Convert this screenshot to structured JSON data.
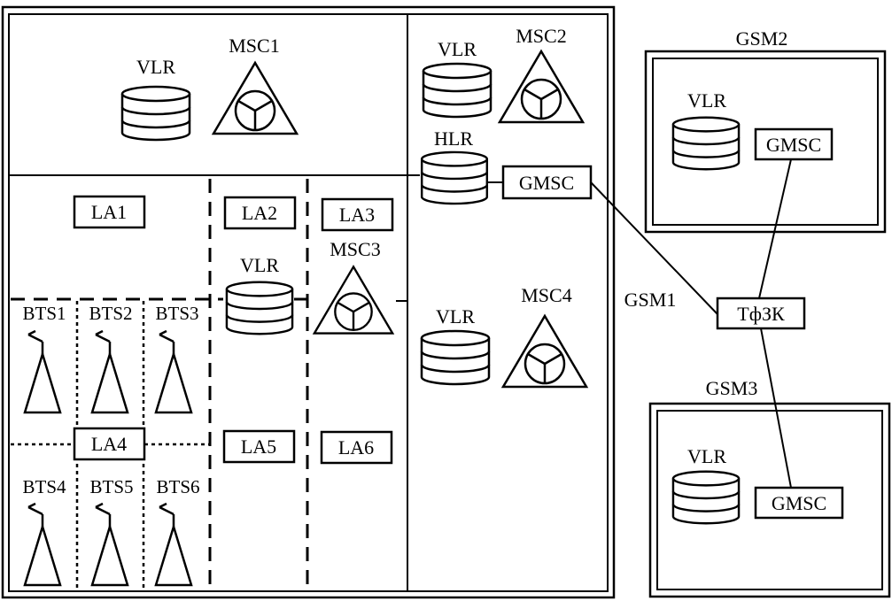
{
  "network_labels": {
    "gsm1": "GSM1",
    "gsm2": "GSM2",
    "gsm3": "GSM3",
    "pstn": "ТфЗК"
  },
  "gsm1": {
    "msc1": "MSC1",
    "msc2": "MSC2",
    "msc3": "MSC3",
    "msc4": "MSC4",
    "vlr": "VLR",
    "hlr": "HLR",
    "gmsc": "GMSC",
    "location_areas": [
      "LA1",
      "LA2",
      "LA3",
      "LA4",
      "LA5",
      "LA6"
    ],
    "base_stations": [
      "BTS1",
      "BTS2",
      "BTS3",
      "BTS4",
      "BTS5",
      "BTS6"
    ]
  },
  "gsm2": {
    "vlr": "VLR",
    "gmsc": "GMSC"
  },
  "gsm3": {
    "vlr": "VLR",
    "gmsc": "GMSC"
  },
  "colors": {
    "line": "#000000",
    "background": "#ffffff"
  },
  "icons": {
    "database": "database-cylinder-icon",
    "switch": "msc-triangle-icon",
    "antenna": "bts-antenna-icon"
  }
}
